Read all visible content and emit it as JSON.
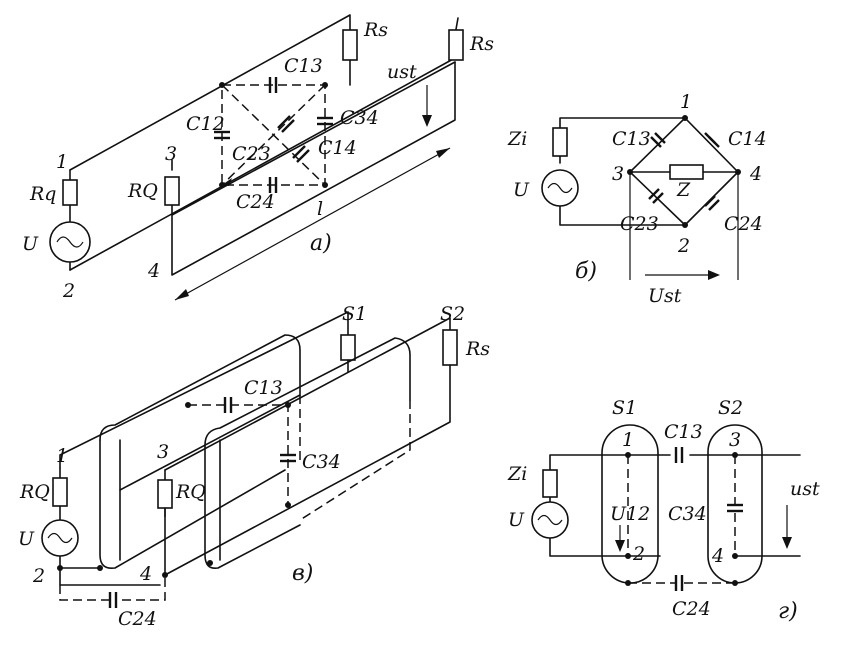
{
  "panel_a": {
    "caption": "а)",
    "labels": {
      "n1": "1",
      "n2": "2",
      "n3": "3",
      "n4": "4",
      "rq_left": "Rq",
      "rq_right": "RQ",
      "u": "U",
      "rs1": "Rs",
      "rs2": "Rs",
      "ust": "ust",
      "l": "l",
      "c13": "C13",
      "c12": "C12",
      "c34": "C34",
      "c23": "C23",
      "c14": "C14",
      "c24": "C24"
    }
  },
  "panel_b": {
    "caption": "б)",
    "labels": {
      "n1": "1",
      "n2": "2",
      "n3": "3",
      "n4": "4",
      "zi": "Zi",
      "u": "U",
      "z": "Z",
      "ust": "Ust",
      "c13": "C13",
      "c14": "C14",
      "c23": "C23",
      "c24": "C24"
    }
  },
  "panel_c": {
    "caption": "в)",
    "labels": {
      "n1": "1",
      "n2": "2",
      "n3": "3",
      "n4": "4",
      "rq_left": "RQ",
      "rq_right": "RQ",
      "u": "U",
      "s1": "S1",
      "s2": "S2",
      "rs": "Rs",
      "c13": "C13",
      "c34": "C34",
      "c24": "C24"
    }
  },
  "panel_d": {
    "caption": "г)",
    "labels": {
      "n1": "1",
      "n2": "2",
      "n3": "3",
      "n4": "4",
      "zi": "Zi",
      "u": "U",
      "u12": "U12",
      "s1": "S1",
      "s2": "S2",
      "c13": "C13",
      "c34": "C34",
      "c24": "C24",
      "ust": "ust"
    }
  }
}
